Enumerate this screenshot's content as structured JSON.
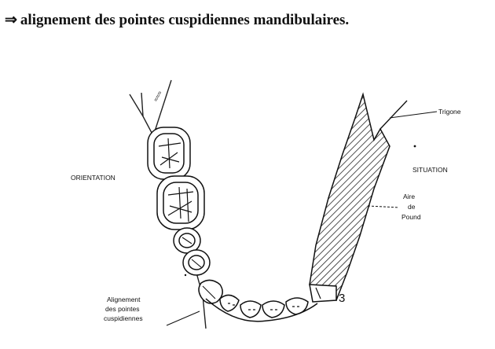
{
  "heading": {
    "arrow": "⇒",
    "text": "alignement des pointes cuspidiennes mandibulaires."
  },
  "labels": {
    "orientation": "ORIENTATION",
    "situation": "SITUATION",
    "trigone": "Trigone",
    "aire": [
      "Aire",
      "de",
      "Pound"
    ],
    "alignement": [
      "Alignement",
      "des pointes",
      "cuspidiennes"
    ],
    "number": "3"
  }
}
